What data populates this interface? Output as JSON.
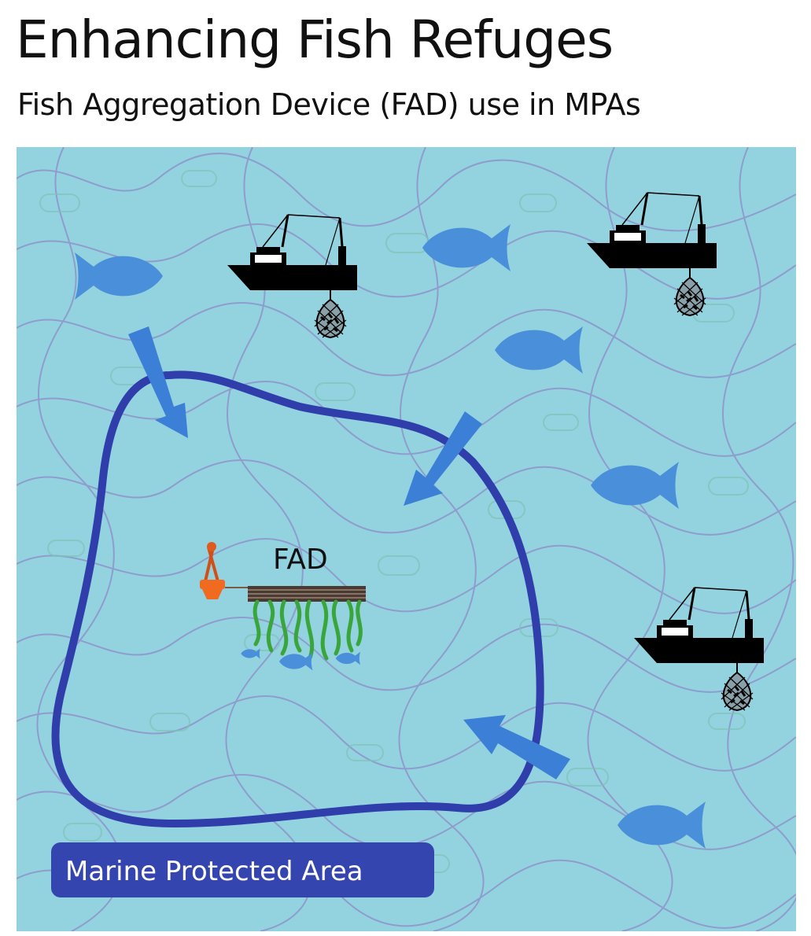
{
  "header": {
    "title": "Enhancing Fish Refuges",
    "subtitle": "Fish Aggregation Device (FAD) use in MPAs"
  },
  "diagram": {
    "fad_label": "FAD",
    "mpa_label": "Marine Protected Area"
  },
  "colors": {
    "ocean": "#92d3df",
    "swirl": "#8e93cc",
    "mpa_boundary": "#2f3eaa",
    "fish": "#4a8fd9",
    "arrow": "#3c7fd6",
    "boat": "#000000",
    "buoy": "#f06a20",
    "seaweed": "#3aa53a",
    "label_bg": "#3545b0"
  },
  "icons": {
    "fish": "fish-icon",
    "boat": "fishing-boat-icon",
    "buoy": "buoy-icon",
    "net": "net-icon",
    "arrow": "arrow-icon"
  }
}
